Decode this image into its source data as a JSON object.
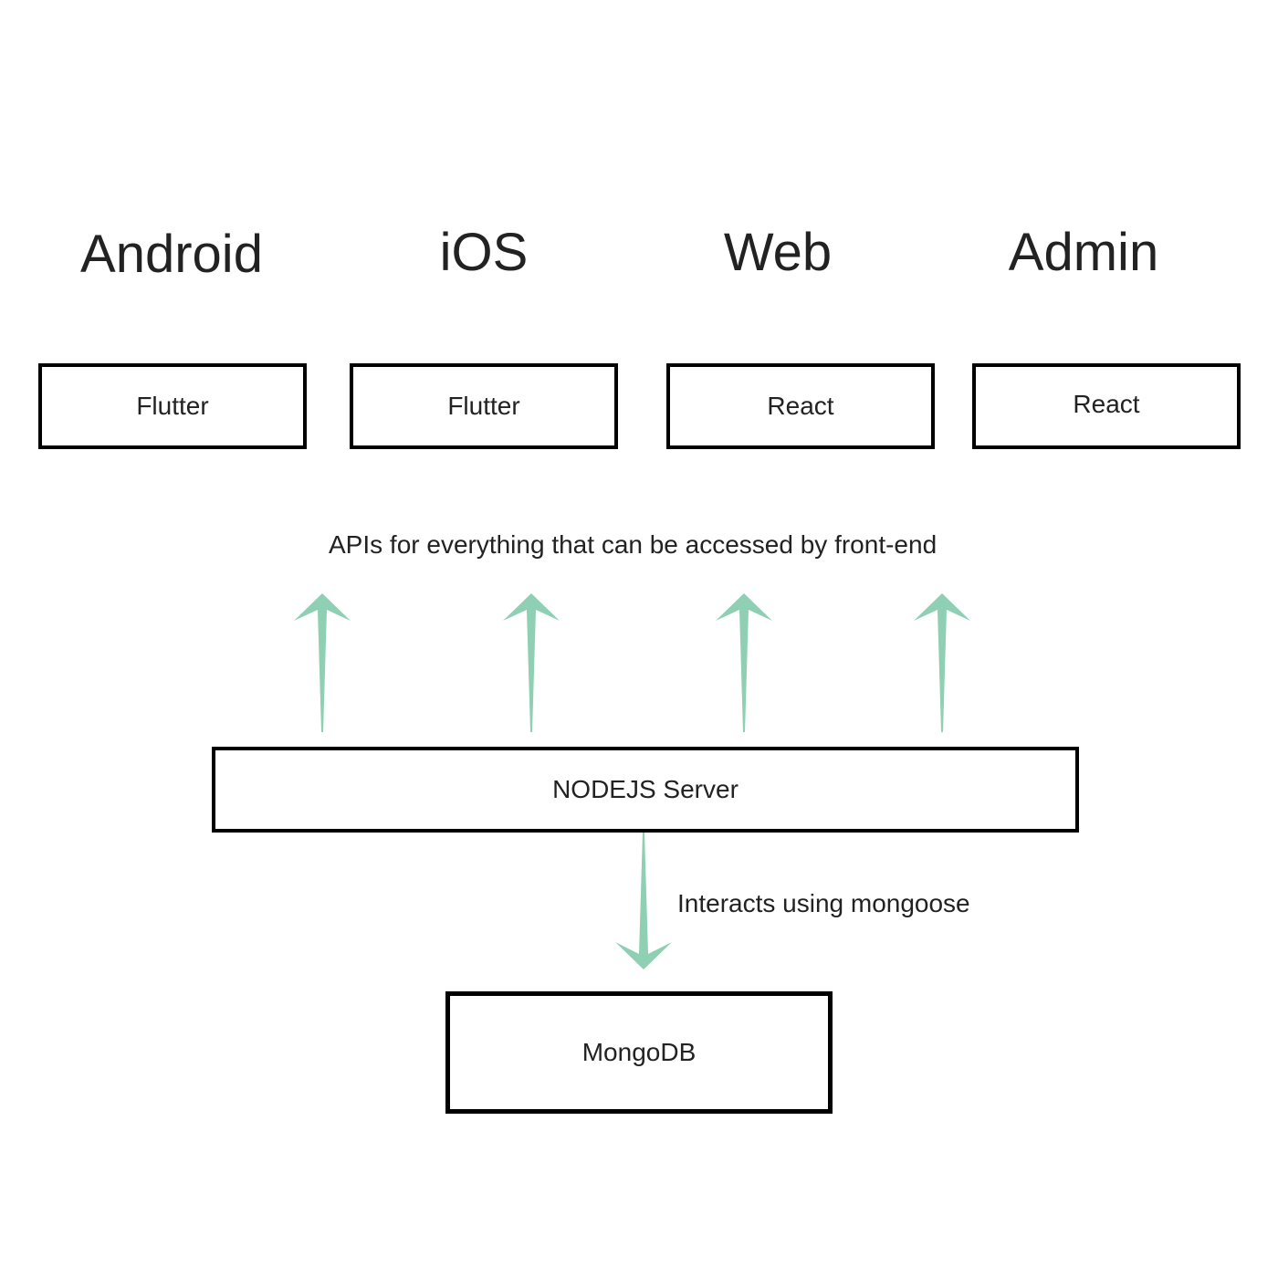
{
  "platforms": [
    {
      "title": "Android",
      "framework": "Flutter"
    },
    {
      "title": "iOS",
      "framework": "Flutter"
    },
    {
      "title": "Web",
      "framework": "React"
    },
    {
      "title": "Admin",
      "framework": "React"
    }
  ],
  "api_caption": "APIs for everything that can be accessed by front-end",
  "server": {
    "label": "NODEJS Server"
  },
  "db_link_caption": "Interacts using mongoose",
  "database": {
    "label": "MongoDB"
  },
  "colors": {
    "arrow": "#8fcfb3",
    "box_border": "#000000",
    "text": "#222222"
  }
}
